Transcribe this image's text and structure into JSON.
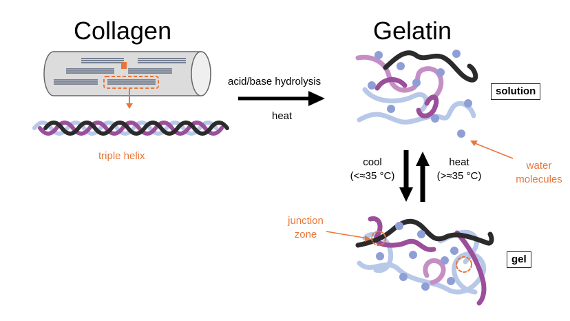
{
  "titles": {
    "collagen": "Collagen",
    "gelatin": "Gelatin"
  },
  "labels": {
    "triple_helix": "triple helix",
    "hydrolysis": "acid/base hydrolysis",
    "heat_forward": "heat",
    "cool": "cool",
    "cool_temp": "(<≈35 °C)",
    "heat_reverse": "heat",
    "heat_temp": "(>≈35 °C)",
    "water_line1": "water",
    "water_line2": "molecules",
    "junction_line1": "junction",
    "junction_line2": "zone",
    "solution": "solution",
    "gel": "gel"
  },
  "colors": {
    "orange": "#e8763a",
    "strand_black": "#2b2b2b",
    "strand_purple": "#9b4f9b",
    "strand_lightpurple": "#c58fc5",
    "strand_lightblue": "#b8c8e8",
    "water_dot": "#8f9fd6"
  }
}
